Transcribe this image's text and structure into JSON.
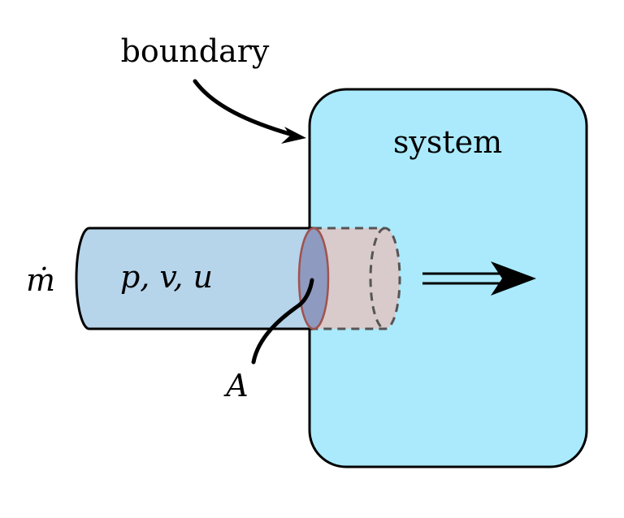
{
  "labels": {
    "boundary": "boundary",
    "system": "system",
    "mass_flow": "ṁ",
    "properties": "p, v, u",
    "area": "A"
  },
  "colors": {
    "system_fill": "#aaeafc",
    "pipe_fill": "#b6d4ea",
    "inner_fill": "#d9cacb",
    "cross_section_fill": "#8e9abf",
    "cross_section_stroke": "#a0524e",
    "outline": "#000000",
    "dashed_outline": "#555555"
  }
}
